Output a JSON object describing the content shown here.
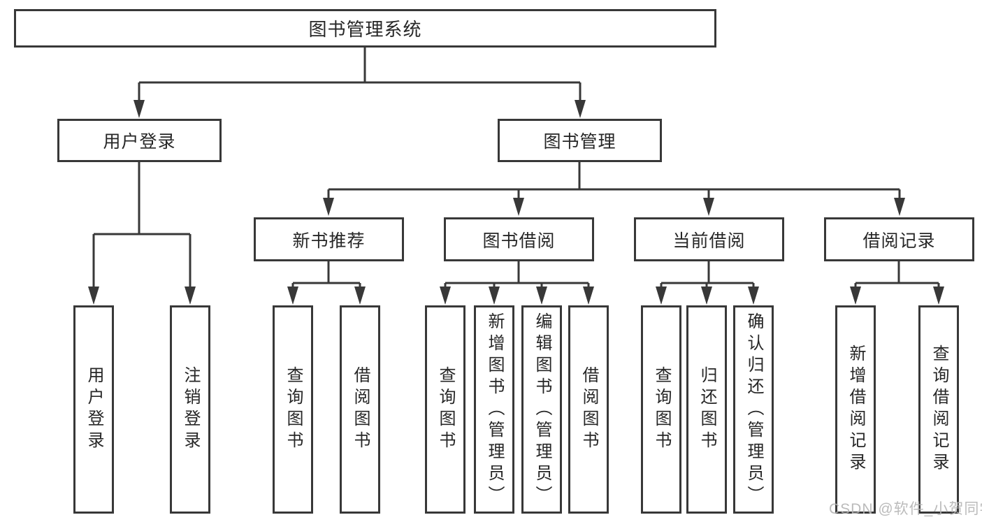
{
  "diagram": {
    "root": {
      "label": "图书管理系统",
      "children": [
        {
          "label": "用户登录",
          "children": [
            {
              "label": "用户登录"
            },
            {
              "label": "注销登录"
            }
          ]
        },
        {
          "label": "图书管理",
          "children": [
            {
              "label": "新书推荐",
              "children": [
                {
                  "label": "查询图书"
                },
                {
                  "label": "借阅图书"
                }
              ]
            },
            {
              "label": "图书借阅",
              "children": [
                {
                  "label": "查询图书"
                },
                {
                  "label": "新增图书（管理员）"
                },
                {
                  "label": "编辑图书（管理员）"
                },
                {
                  "label": "借阅图书"
                }
              ]
            },
            {
              "label": "当前借阅",
              "children": [
                {
                  "label": "查询图书"
                },
                {
                  "label": "归还图书"
                },
                {
                  "label": "确认归还（管理员）"
                }
              ]
            },
            {
              "label": "借阅记录",
              "children": [
                {
                  "label": "新增借阅记录"
                },
                {
                  "label": "查询借阅记录"
                }
              ]
            }
          ]
        }
      ]
    }
  },
  "watermark": {
    "text": "CSDN @软件_小贺同学"
  },
  "colors": {
    "line": "#383838",
    "box_border": "#383838",
    "text": "#262626",
    "watermark": "#b4b4b4",
    "background": "#ffffff"
  }
}
